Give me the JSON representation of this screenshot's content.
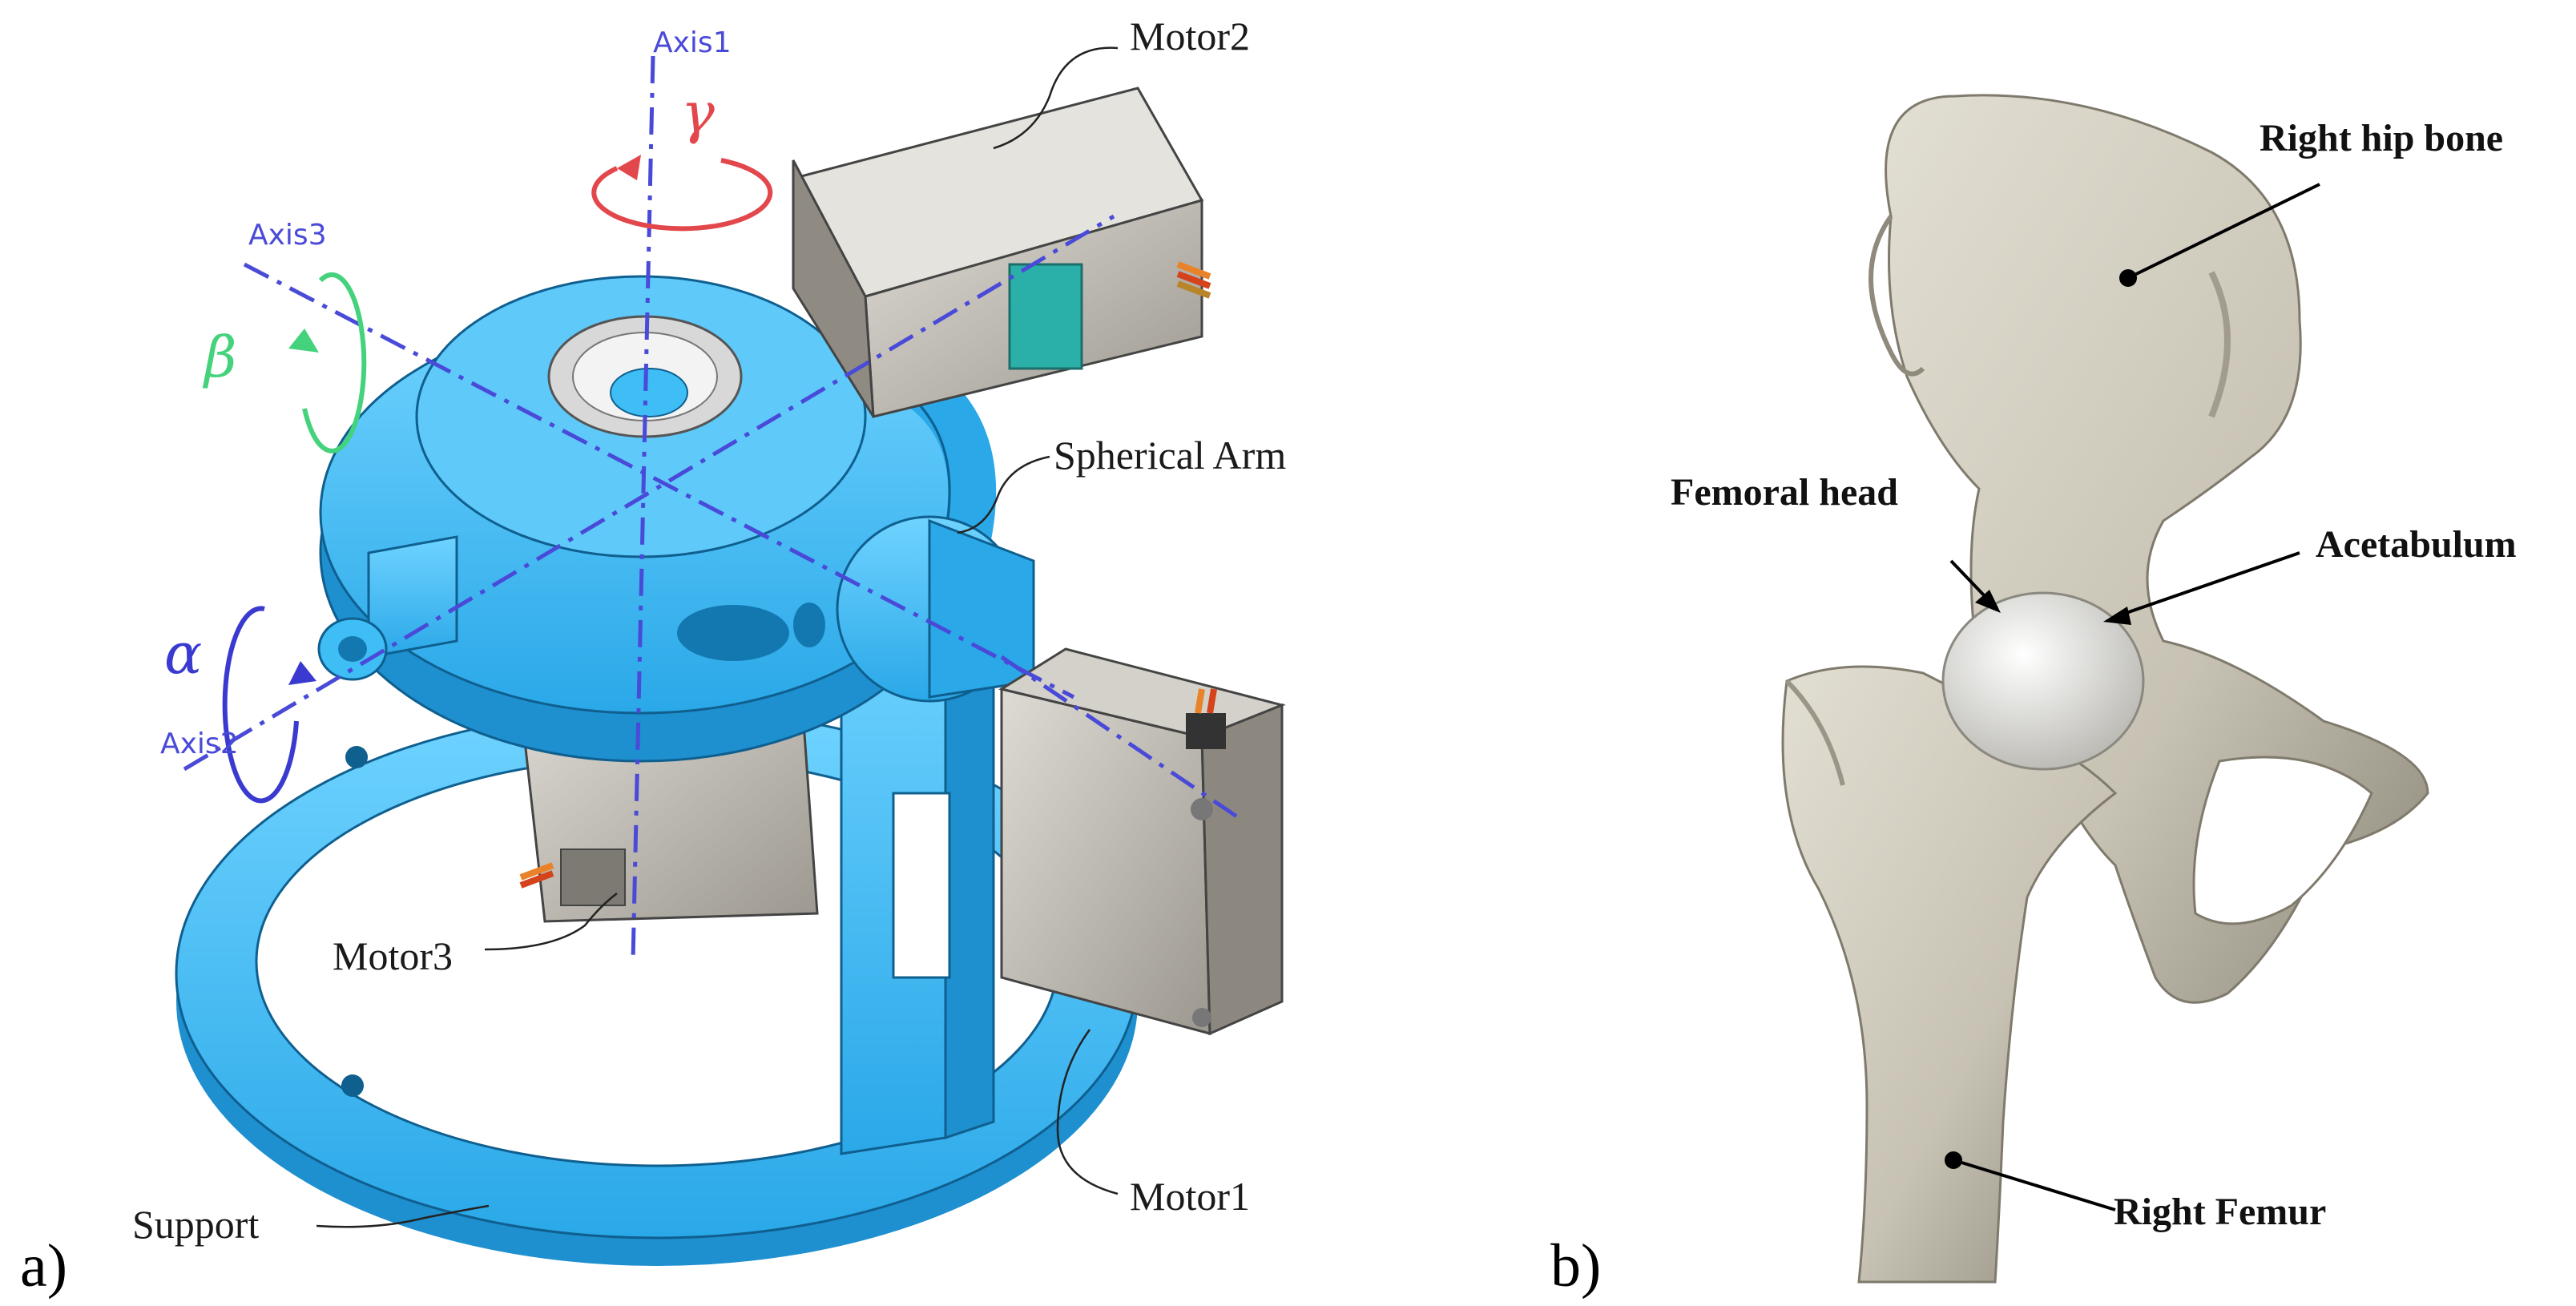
{
  "panel_a": {
    "label": "a)",
    "axis_labels": {
      "axis1": "Axis1",
      "axis2": "Axis2",
      "axis3": "Axis3"
    },
    "rotation_labels": {
      "gamma": "γ",
      "beta": "β",
      "alpha": "α"
    },
    "part_labels": {
      "motor1": "Motor1",
      "motor2": "Motor2",
      "motor3": "Motor3",
      "spherical_arm": "Spherical Arm",
      "support": "Support"
    },
    "colors": {
      "part": "#3fbdf5",
      "part_dark": "#1e8fcf",
      "motor": "#c9c6bf",
      "axis": "#4a4ad8",
      "gamma": "#e2474b",
      "beta": "#45d27c",
      "alpha": "#3a3ad0"
    }
  },
  "panel_b": {
    "label": "b)",
    "labels": {
      "hip_bone": "Right hip bone",
      "femoral_head": "Femoral head",
      "acetabulum": "Acetabulum",
      "femur": "Right Femur"
    },
    "colors": {
      "bone": "#cfcbbd",
      "bone_shadow": "#8f8a7c",
      "head": "#e6e6e3"
    }
  }
}
